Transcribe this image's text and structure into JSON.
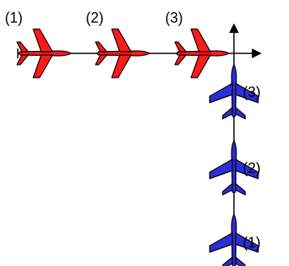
{
  "colors": {
    "red_plane": "#ff1a1a",
    "blue_plane": "#2e2ed6",
    "outline": "#000000",
    "axis": "#000000",
    "background": "#ffffff"
  },
  "red_planes": [
    {
      "label": "(1)",
      "icon": "airplane-icon"
    },
    {
      "label": "(2)",
      "icon": "airplane-icon"
    },
    {
      "label": "(3)",
      "icon": "airplane-icon"
    }
  ],
  "blue_planes": [
    {
      "label": "(3)",
      "icon": "airplane-icon"
    },
    {
      "label": "(2)",
      "icon": "airplane-icon"
    },
    {
      "label": "(1)",
      "icon": "airplane-icon"
    }
  ]
}
